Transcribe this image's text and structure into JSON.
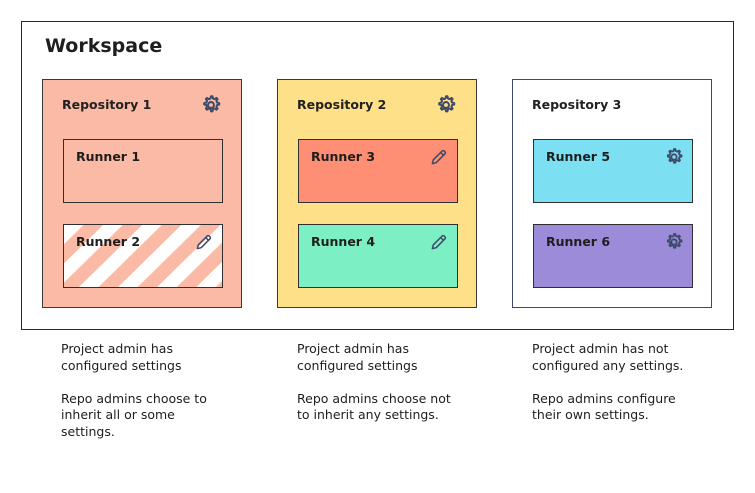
{
  "workspace": {
    "title": "Workspace"
  },
  "repos": [
    {
      "title": "Repository 1",
      "icon": "gear-icon",
      "bg": "#fbbaa5",
      "runners": [
        {
          "label": "Runner 1",
          "bg": "#fbbaa5",
          "icon": ""
        },
        {
          "label": "Runner 2",
          "bg": "#fbbaa5",
          "icon": "pencil-icon",
          "pattern": "diagonal-stripes"
        }
      ],
      "caption": [
        "Project admin has configured settings",
        "Repo admins choose to inherit all or some settings."
      ]
    },
    {
      "title": "Repository 2",
      "icon": "gear-icon",
      "bg": "#fee088",
      "runners": [
        {
          "label": "Runner 3",
          "bg": "#fe8e74",
          "icon": "pencil-icon"
        },
        {
          "label": "Runner 4",
          "bg": "#7cf0c4",
          "icon": "pencil-icon"
        }
      ],
      "caption": [
        "Project admin has configured settings",
        "Repo admins choose not to inherit any settings."
      ]
    },
    {
      "title": "Repository 3",
      "icon": "",
      "bg": "#ffffff",
      "runners": [
        {
          "label": "Runner 5",
          "bg": "#7ce0f2",
          "icon": "gear-icon"
        },
        {
          "label": "Runner 6",
          "bg": "#9b8bd8",
          "icon": "gear-icon"
        }
      ],
      "caption": [
        "Project admin has not configured any settings.",
        "Repo admins configure their own settings."
      ]
    }
  ]
}
